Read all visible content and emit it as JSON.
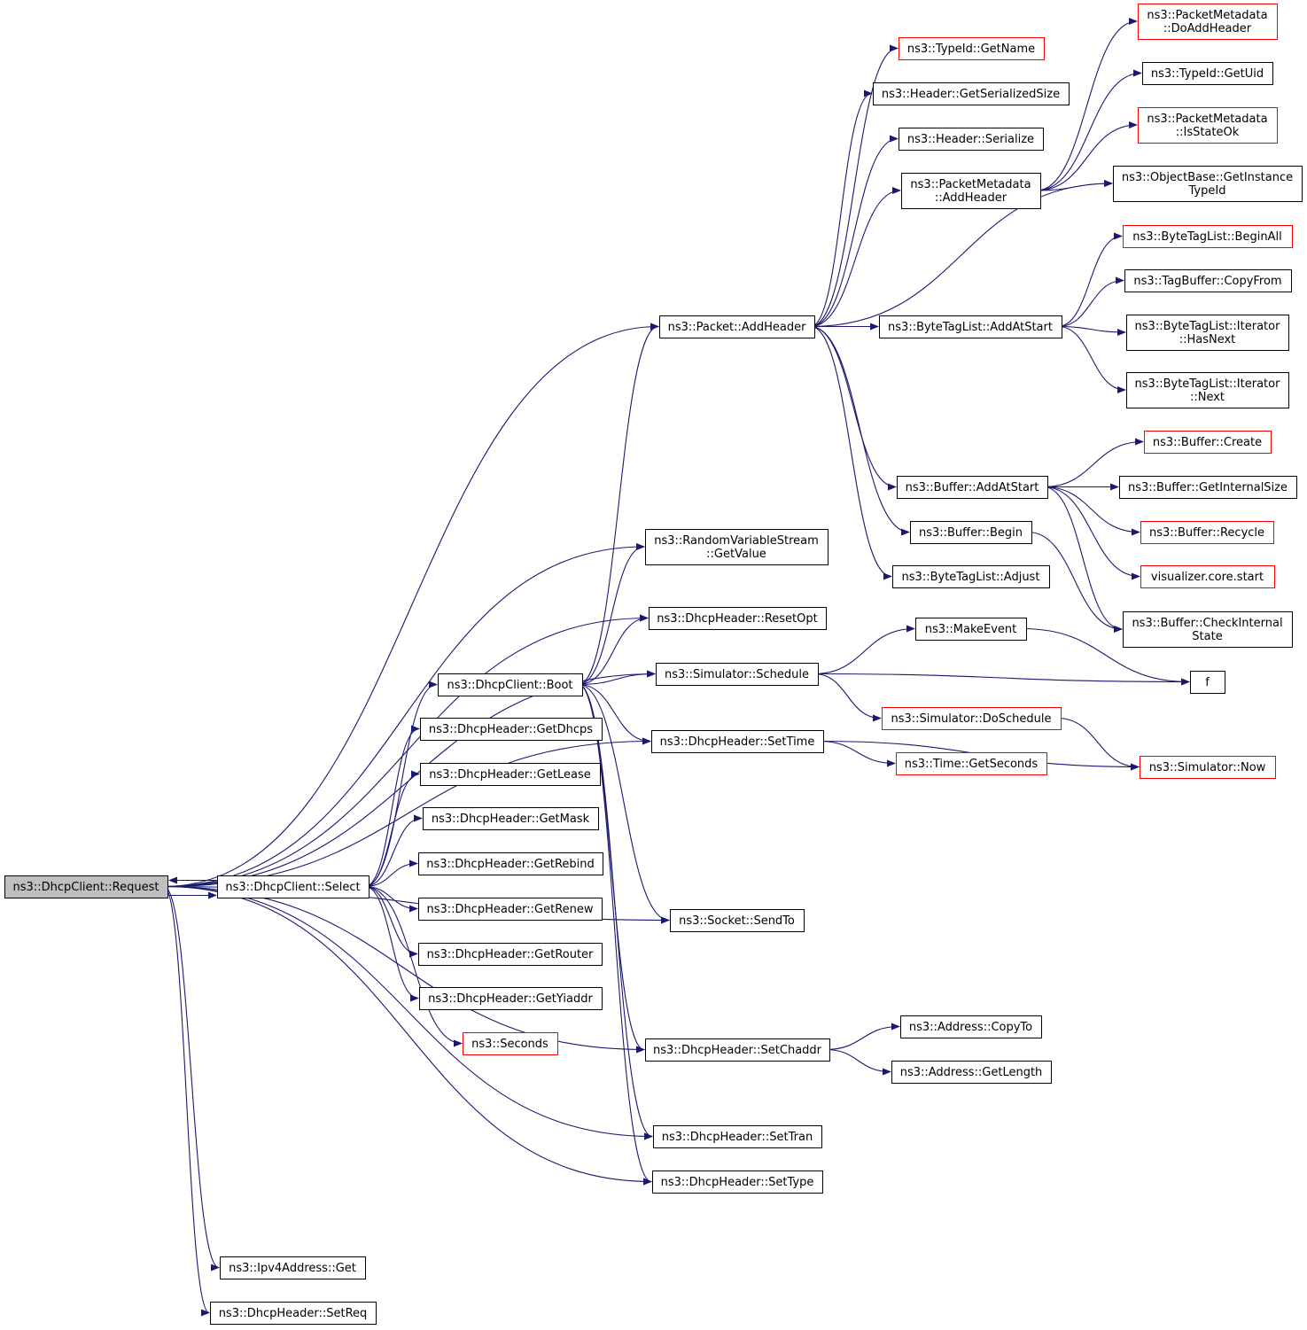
{
  "colors": {
    "edge": "#191970",
    "node_border": "#000000",
    "node_border_red": "#ff0000",
    "root_fill": "#bfbfbf",
    "node_fill": "#ffffff"
  },
  "nodes": [
    {
      "id": "request",
      "lines": [
        "ns3::DhcpClient::Request"
      ],
      "style": "root"
    },
    {
      "id": "select",
      "lines": [
        "ns3::DhcpClient::Select"
      ],
      "style": "normal"
    },
    {
      "id": "boot",
      "lines": [
        "ns3::DhcpClient::Boot"
      ],
      "style": "normal"
    },
    {
      "id": "getdhcps",
      "lines": [
        "ns3::DhcpHeader::GetDhcps"
      ],
      "style": "normal"
    },
    {
      "id": "getlease",
      "lines": [
        "ns3::DhcpHeader::GetLease"
      ],
      "style": "normal"
    },
    {
      "id": "getmask",
      "lines": [
        "ns3::DhcpHeader::GetMask"
      ],
      "style": "normal"
    },
    {
      "id": "getrebind",
      "lines": [
        "ns3::DhcpHeader::GetRebind"
      ],
      "style": "normal"
    },
    {
      "id": "getrenew",
      "lines": [
        "ns3::DhcpHeader::GetRenew"
      ],
      "style": "normal"
    },
    {
      "id": "getrouter",
      "lines": [
        "ns3::DhcpHeader::GetRouter"
      ],
      "style": "normal"
    },
    {
      "id": "getyiaddr",
      "lines": [
        "ns3::DhcpHeader::GetYiaddr"
      ],
      "style": "normal"
    },
    {
      "id": "seconds",
      "lines": [
        "ns3::Seconds"
      ],
      "style": "red"
    },
    {
      "id": "ipv4get",
      "lines": [
        "ns3::Ipv4Address::Get"
      ],
      "style": "normal"
    },
    {
      "id": "setreq",
      "lines": [
        "ns3::DhcpHeader::SetReq"
      ],
      "style": "normal"
    },
    {
      "id": "addheader",
      "lines": [
        "ns3::Packet::AddHeader"
      ],
      "style": "normal"
    },
    {
      "id": "getvalue",
      "lines": [
        "ns3::RandomVariableStream",
        "::GetValue"
      ],
      "style": "normal"
    },
    {
      "id": "resetopt",
      "lines": [
        "ns3::DhcpHeader::ResetOpt"
      ],
      "style": "normal"
    },
    {
      "id": "schedule",
      "lines": [
        "ns3::Simulator::Schedule"
      ],
      "style": "normal"
    },
    {
      "id": "settime",
      "lines": [
        "ns3::DhcpHeader::SetTime"
      ],
      "style": "normal"
    },
    {
      "id": "sendto",
      "lines": [
        "ns3::Socket::SendTo"
      ],
      "style": "normal"
    },
    {
      "id": "setchaddr",
      "lines": [
        "ns3::DhcpHeader::SetChaddr"
      ],
      "style": "normal"
    },
    {
      "id": "settran",
      "lines": [
        "ns3::DhcpHeader::SetTran"
      ],
      "style": "normal"
    },
    {
      "id": "settype",
      "lines": [
        "ns3::DhcpHeader::SetType"
      ],
      "style": "normal"
    },
    {
      "id": "typeidgetname",
      "lines": [
        "ns3::TypeId::GetName"
      ],
      "style": "red"
    },
    {
      "id": "getserializedsize",
      "lines": [
        "ns3::Header::GetSerializedSize"
      ],
      "style": "normal"
    },
    {
      "id": "headerserialize",
      "lines": [
        "ns3::Header::Serialize"
      ],
      "style": "normal"
    },
    {
      "id": "pmaddheader",
      "lines": [
        "ns3::PacketMetadata",
        "::AddHeader"
      ],
      "style": "normal"
    },
    {
      "id": "btladdatstart",
      "lines": [
        "ns3::ByteTagList::AddAtStart"
      ],
      "style": "normal"
    },
    {
      "id": "bufaddatstart",
      "lines": [
        "ns3::Buffer::AddAtStart"
      ],
      "style": "normal"
    },
    {
      "id": "bufbegin",
      "lines": [
        "ns3::Buffer::Begin"
      ],
      "style": "normal"
    },
    {
      "id": "btladjust",
      "lines": [
        "ns3::ByteTagList::Adjust"
      ],
      "style": "normal"
    },
    {
      "id": "makeevent",
      "lines": [
        "ns3::MakeEvent"
      ],
      "style": "normal"
    },
    {
      "id": "doschedule",
      "lines": [
        "ns3::Simulator::DoSchedule"
      ],
      "style": "red"
    },
    {
      "id": "timegetseconds",
      "lines": [
        "ns3::Time::GetSeconds"
      ],
      "style": "red"
    },
    {
      "id": "addrcopyto",
      "lines": [
        "ns3::Address::CopyTo"
      ],
      "style": "normal"
    },
    {
      "id": "addrgetlength",
      "lines": [
        "ns3::Address::GetLength"
      ],
      "style": "normal"
    },
    {
      "id": "pmdoaddheader",
      "lines": [
        "ns3::PacketMetadata",
        "::DoAddHeader"
      ],
      "style": "red"
    },
    {
      "id": "typeidgetuid",
      "lines": [
        "ns3::TypeId::GetUid"
      ],
      "style": "normal"
    },
    {
      "id": "pmisstateok",
      "lines": [
        "ns3::PacketMetadata",
        "::IsStateOk"
      ],
      "style": "red"
    },
    {
      "id": "getinstancetypeid",
      "lines": [
        "ns3::ObjectBase::GetInstance",
        "TypeId"
      ],
      "style": "normal"
    },
    {
      "id": "btlbeginall",
      "lines": [
        "ns3::ByteTagList::BeginAll"
      ],
      "style": "red"
    },
    {
      "id": "tagbuffercopyfrom",
      "lines": [
        "ns3::TagBuffer::CopyFrom"
      ],
      "style": "normal"
    },
    {
      "id": "btlhasnext",
      "lines": [
        "ns3::ByteTagList::Iterator",
        "::HasNext"
      ],
      "style": "normal"
    },
    {
      "id": "btlnext",
      "lines": [
        "ns3::ByteTagList::Iterator",
        "::Next"
      ],
      "style": "normal"
    },
    {
      "id": "bufcreate",
      "lines": [
        "ns3::Buffer::Create"
      ],
      "style": "red"
    },
    {
      "id": "bufgetinternalsize",
      "lines": [
        "ns3::Buffer::GetInternalSize"
      ],
      "style": "normal"
    },
    {
      "id": "bufrecycle",
      "lines": [
        "ns3::Buffer::Recycle"
      ],
      "style": "red"
    },
    {
      "id": "vizstart",
      "lines": [
        "visualizer.core.start"
      ],
      "style": "red"
    },
    {
      "id": "bufcheckinternal",
      "lines": [
        "ns3::Buffer::CheckInternal",
        "State"
      ],
      "style": "normal"
    },
    {
      "id": "f",
      "lines": [
        "f"
      ],
      "style": "normal"
    },
    {
      "id": "simnow",
      "lines": [
        "ns3::Simulator::Now"
      ],
      "style": "red"
    }
  ],
  "edges": [
    [
      "request",
      "select"
    ],
    [
      "request",
      "addheader"
    ],
    [
      "request",
      "getvalue"
    ],
    [
      "request",
      "resetopt"
    ],
    [
      "request",
      "schedule"
    ],
    [
      "request",
      "settime"
    ],
    [
      "request",
      "sendto"
    ],
    [
      "request",
      "setchaddr"
    ],
    [
      "request",
      "settran"
    ],
    [
      "request",
      "settype"
    ],
    [
      "request",
      "ipv4get"
    ],
    [
      "request",
      "setreq"
    ],
    [
      "select",
      "request"
    ],
    [
      "select",
      "boot"
    ],
    [
      "select",
      "getdhcps"
    ],
    [
      "select",
      "getlease"
    ],
    [
      "select",
      "getmask"
    ],
    [
      "select",
      "getrebind"
    ],
    [
      "select",
      "getrenew"
    ],
    [
      "select",
      "getrouter"
    ],
    [
      "select",
      "getyiaddr"
    ],
    [
      "select",
      "seconds"
    ],
    [
      "boot",
      "addheader"
    ],
    [
      "boot",
      "getvalue"
    ],
    [
      "boot",
      "resetopt"
    ],
    [
      "boot",
      "schedule"
    ],
    [
      "boot",
      "settime"
    ],
    [
      "boot",
      "sendto"
    ],
    [
      "boot",
      "setchaddr"
    ],
    [
      "boot",
      "settran"
    ],
    [
      "boot",
      "settype"
    ],
    [
      "addheader",
      "typeidgetname"
    ],
    [
      "addheader",
      "getserializedsize"
    ],
    [
      "addheader",
      "headerserialize"
    ],
    [
      "addheader",
      "pmaddheader"
    ],
    [
      "addheader",
      "getinstancetypeid"
    ],
    [
      "addheader",
      "btladdatstart"
    ],
    [
      "addheader",
      "bufaddatstart"
    ],
    [
      "addheader",
      "bufbegin"
    ],
    [
      "addheader",
      "btladjust"
    ],
    [
      "pmaddheader",
      "pmdoaddheader"
    ],
    [
      "pmaddheader",
      "typeidgetuid"
    ],
    [
      "pmaddheader",
      "pmisstateok"
    ],
    [
      "pmaddheader",
      "getinstancetypeid"
    ],
    [
      "btladdatstart",
      "btlbeginall"
    ],
    [
      "btladdatstart",
      "tagbuffercopyfrom"
    ],
    [
      "btladdatstart",
      "btlhasnext"
    ],
    [
      "btladdatstart",
      "btlnext"
    ],
    [
      "bufaddatstart",
      "bufcreate"
    ],
    [
      "bufaddatstart",
      "bufgetinternalsize"
    ],
    [
      "bufaddatstart",
      "bufrecycle"
    ],
    [
      "bufaddatstart",
      "vizstart"
    ],
    [
      "bufaddatstart",
      "bufcheckinternal"
    ],
    [
      "bufbegin",
      "bufcheckinternal"
    ],
    [
      "schedule",
      "makeevent"
    ],
    [
      "schedule",
      "f"
    ],
    [
      "schedule",
      "doschedule"
    ],
    [
      "makeevent",
      "f"
    ],
    [
      "doschedule",
      "simnow"
    ],
    [
      "settime",
      "timegetseconds"
    ],
    [
      "settime",
      "simnow"
    ],
    [
      "setchaddr",
      "addrcopyto"
    ],
    [
      "setchaddr",
      "addrgetlength"
    ]
  ]
}
